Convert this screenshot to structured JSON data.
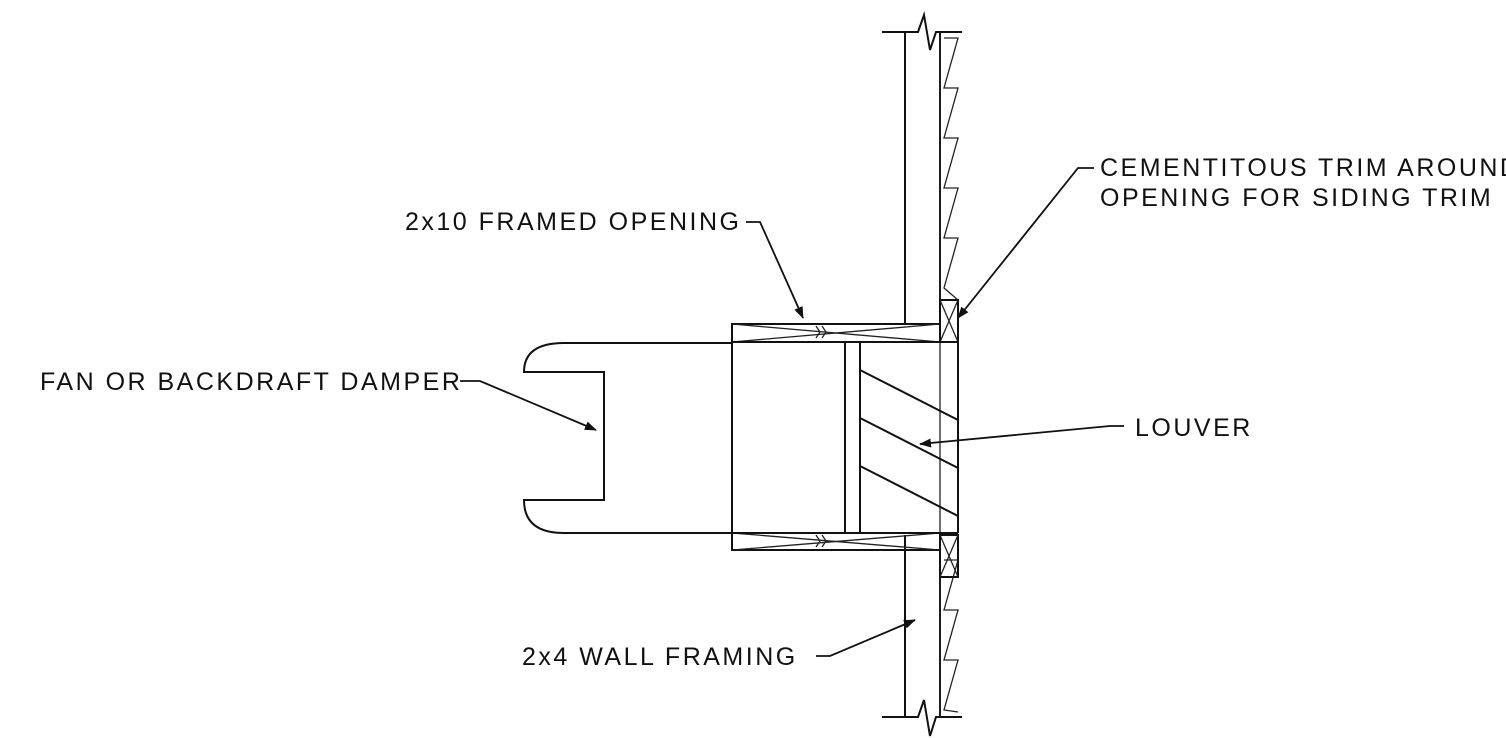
{
  "labels": {
    "trim_line1": "CEMENTITOUS TRIM AROUND",
    "trim_line2": "OPENING FOR SIDING TRIM",
    "framed_opening": "2x10 FRAMED OPENING",
    "fan": "FAN OR BACKDRAFT DAMPER",
    "louver": "LOUVER",
    "wall_framing": "2x4 WALL FRAMING"
  },
  "colors": {
    "ink": "#111111",
    "paper": "#ffffff"
  }
}
